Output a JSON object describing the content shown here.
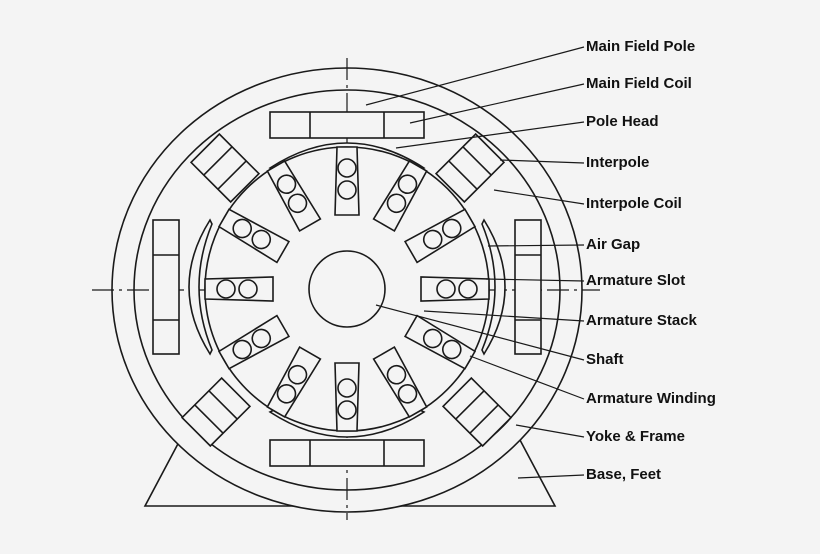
{
  "labels": {
    "main_field_pole": "Main Field Pole",
    "main_field_coil": "Main Field Coil",
    "pole_head": "Pole Head",
    "interpole": "Interpole",
    "interpole_coil": "Interpole Coil",
    "air_gap": "Air Gap",
    "armature_slot": "Armature Slot",
    "armature_stack": "Armature Stack",
    "shaft": "Shaft",
    "armature_winding": "Armature Winding",
    "yoke_frame": "Yoke & Frame",
    "base_feet": "Base, Feet"
  },
  "colors": {
    "line": "#1a1a1a",
    "background": "#f4f4f4",
    "text": "#111111"
  }
}
